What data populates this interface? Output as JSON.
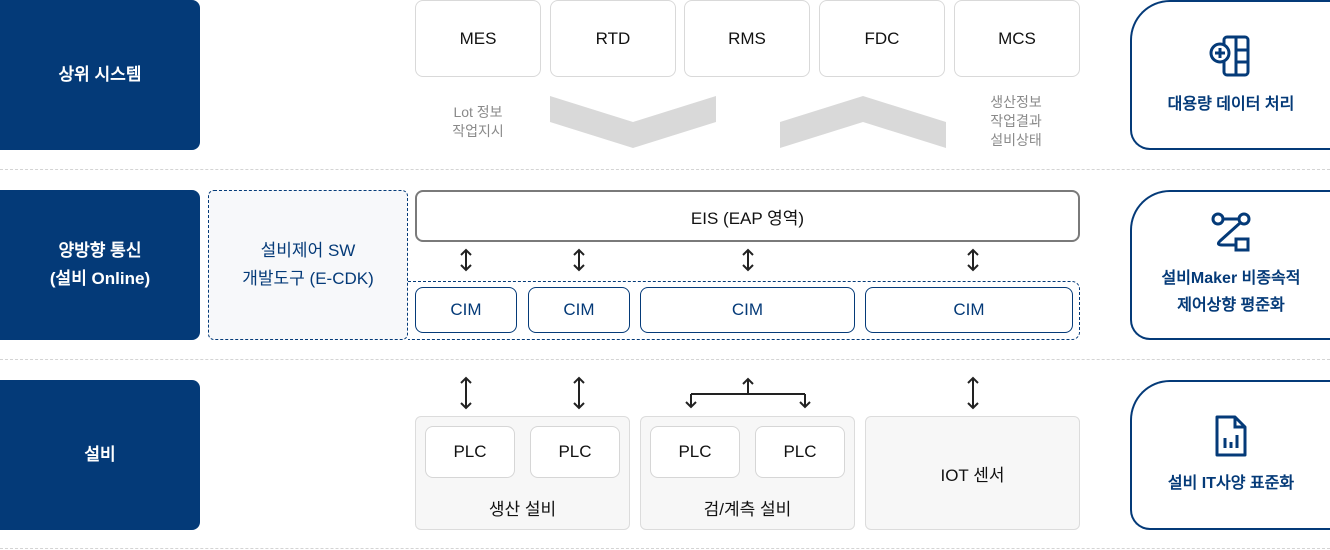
{
  "left_labels": {
    "upper": "상위 시스템",
    "comm": "양방향 통신\n(설비 Online)",
    "equip": "설비"
  },
  "systems": [
    "MES",
    "RTD",
    "RMS",
    "FDC",
    "MCS"
  ],
  "flow_notes": {
    "down": "Lot 정보\n작업지시",
    "up": "생산정보\n작업결과\n설비상태"
  },
  "ecdk": "설비제어 SW\n개발도구 (E-CDK)",
  "eis": "EIS (EAP 영역)",
  "cims": [
    "CIM",
    "CIM",
    "CIM",
    "CIM"
  ],
  "equipment": {
    "production": {
      "plcs": [
        "PLC",
        "PLC"
      ],
      "label": "생산 설비"
    },
    "inspection": {
      "plcs": [
        "PLC",
        "PLC"
      ],
      "label": "검/계측 설비"
    },
    "iot": "IOT 센서"
  },
  "right_panels": [
    {
      "icon": "database-plus-icon",
      "label": "대용량 데이터 처리"
    },
    {
      "icon": "workflow-icon",
      "label": "설비Maker 비종속적\n제어상향 평준화"
    },
    {
      "icon": "report-chart-icon",
      "label": "설비 IT사양 표준화"
    }
  ],
  "colors": {
    "navy": "#043a78",
    "chevron": "#d9d9d9"
  }
}
